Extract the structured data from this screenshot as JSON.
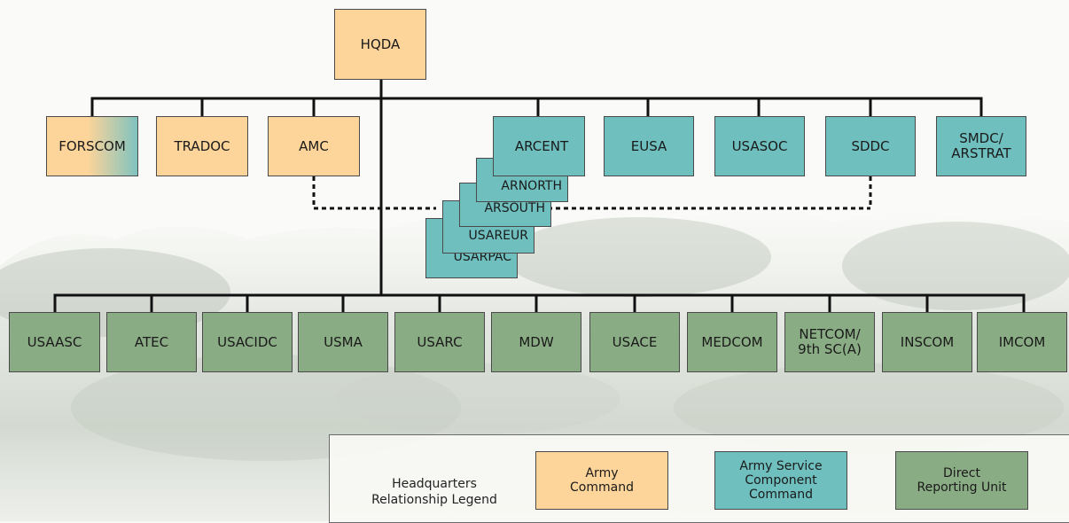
{
  "colors": {
    "army_command": "#fdd49a",
    "army_service_component_command": "#6fbfbf",
    "direct_reporting_unit": "#8aac84",
    "line": "#111111"
  },
  "top": {
    "label": "HQDA"
  },
  "army_commands": [
    {
      "label": "FORSCOM"
    },
    {
      "label": "TRADOC"
    },
    {
      "label": "AMC"
    }
  ],
  "service_component_commands": [
    {
      "label": "ARCENT"
    },
    {
      "label": "EUSA"
    },
    {
      "label": "USASOC"
    },
    {
      "label": "SDDC"
    },
    {
      "label": "SMDC/\nARSTRAT"
    }
  ],
  "stacked_commands": [
    {
      "label": "ARNORTH"
    },
    {
      "label": "ARSOUTH"
    },
    {
      "label": "USAREUR"
    },
    {
      "label": "USARPAC"
    }
  ],
  "direct_reporting_units": [
    {
      "label": "USAASC"
    },
    {
      "label": "ATEC"
    },
    {
      "label": "USACIDC"
    },
    {
      "label": "USMA"
    },
    {
      "label": "USARC"
    },
    {
      "label": "MDW"
    },
    {
      "label": "USACE"
    },
    {
      "label": "MEDCOM"
    },
    {
      "label": "NETCOM/\n9th SC(A)"
    },
    {
      "label": "INSCOM"
    },
    {
      "label": "IMCOM"
    }
  ],
  "legend": {
    "title": "Headquarters\nRelationship Legend",
    "items": [
      {
        "label": "Army\nCommand"
      },
      {
        "label": "Army Service\nComponent\nCommand"
      },
      {
        "label": "Direct\nReporting Unit"
      }
    ]
  }
}
